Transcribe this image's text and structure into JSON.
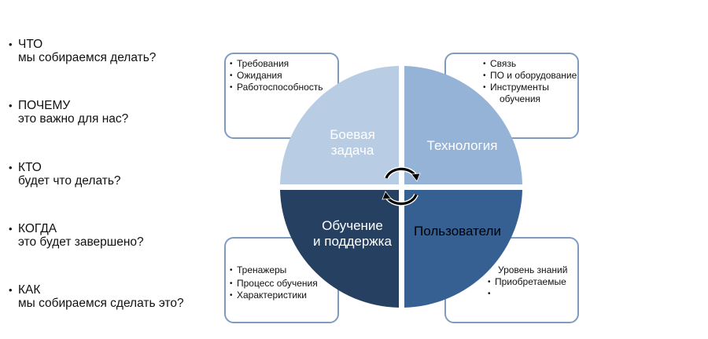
{
  "questions": [
    {
      "bullet": "•",
      "head": "ЧТО",
      "sub": "мы собираемся делать?"
    },
    {
      "bullet": "•",
      "head": "ПОЧЕМУ",
      "sub": "это важно для нас?"
    },
    {
      "bullet": "•",
      "head": "КТО",
      "sub": "будет что делать?"
    },
    {
      "bullet": "•",
      "head": "КОГДА",
      "sub": "это будет завершено?"
    },
    {
      "bullet": "•",
      "head": "КАК",
      "sub": "мы собираемся сделать это?"
    }
  ],
  "quadrants": {
    "top_left": {
      "label_line1": "Боевая",
      "label_line2": "задача",
      "color": "#b8cce4",
      "text_color": "#ffffff"
    },
    "top_right": {
      "label": "Технология",
      "color": "#95b3d7",
      "text_color": "#ffffff"
    },
    "bottom_left": {
      "label_line1": "Обучение",
      "label_line2": "и поддержка",
      "color": "#254061",
      "text_color": "#ffffff"
    },
    "bottom_right": {
      "label": "Пользователи",
      "color": "#366092",
      "text_color": "#000000"
    }
  },
  "boxes": {
    "top_left": {
      "items": [
        "Требования",
        "Ожидания",
        "Работоспособность"
      ]
    },
    "top_right": {
      "items": [
        "Связь",
        "ПО и оборудование",
        "Инструменты"
      ],
      "continuation": "обучения"
    },
    "bottom_left": {
      "items": [
        "Тренажеры",
        "Процесс обучения",
        "Характеристики"
      ]
    },
    "bottom_right": {
      "first_line": "Уровень знаний",
      "items": [
        "Приобретаемые",
        ""
      ]
    }
  },
  "cycle_arrows": {
    "icon": "cycle-arrows-icon",
    "color": "#000000"
  },
  "box_border_color": "#7f9cc0"
}
